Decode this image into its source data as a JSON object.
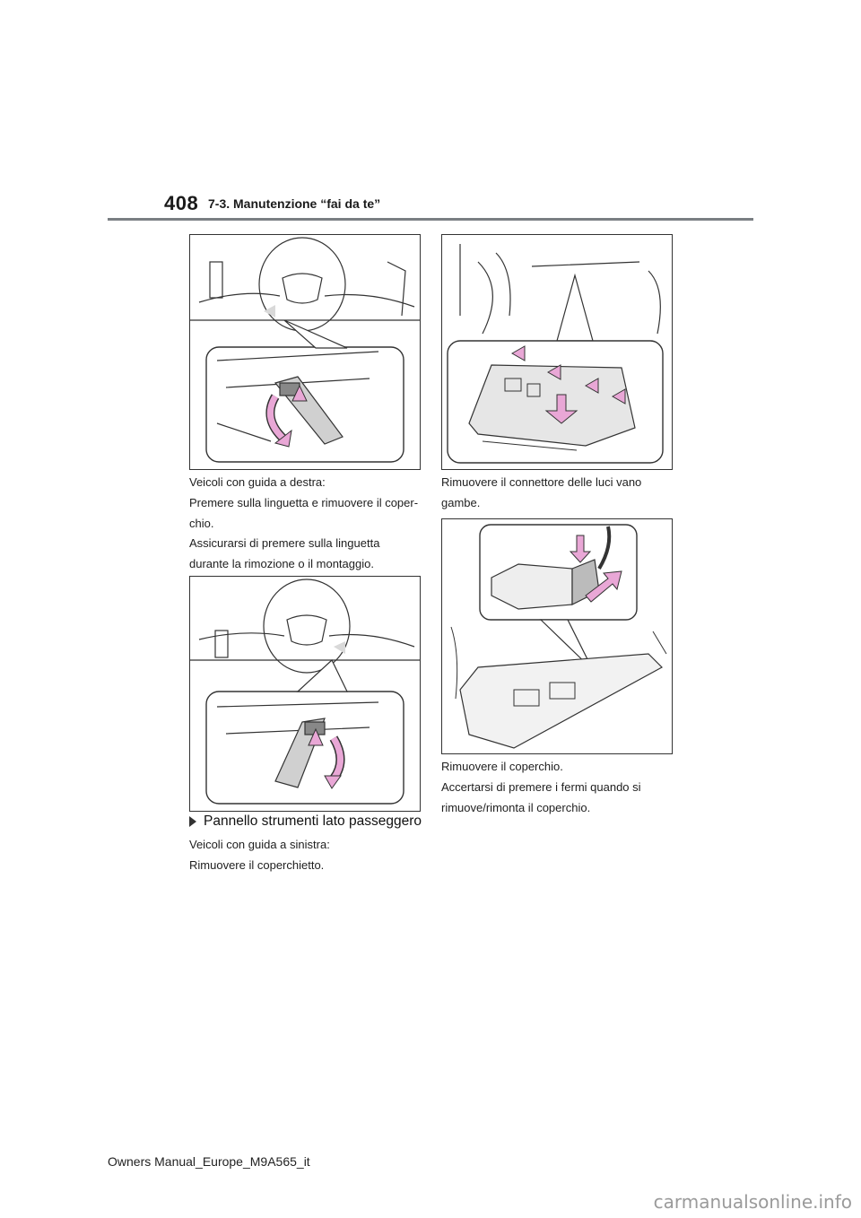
{
  "header": {
    "page_number": "408",
    "section_title": "7-3. Manutenzione “fai da te”"
  },
  "left_column": {
    "p1": "Veicoli con guida a destra:",
    "p2": "Premere sulla linguetta e rimuovere il coper-chio.",
    "p3": "Assicurarsi di premere sulla linguetta durante la rimozione o il montaggio.",
    "subheading": "Pannello strumenti lato passeggero",
    "p4": "Veicoli con guida a sinistra:",
    "p5": "Rimuovere il coperchietto."
  },
  "right_column": {
    "p1": "Rimuovere il connettore delle luci vano gambe.",
    "p2": "Rimuovere il coperchio.",
    "p3": "Accertarsi di premere i fermi quando si rimuove/rimonta il coperchio."
  },
  "footer": {
    "text": "Owners Manual_Europe_M9A565_it"
  },
  "watermark": {
    "text": "carmanualsonline.info"
  },
  "colors": {
    "arrow_pink": "#e9a7d6",
    "header_rule": "#7a7f83"
  }
}
